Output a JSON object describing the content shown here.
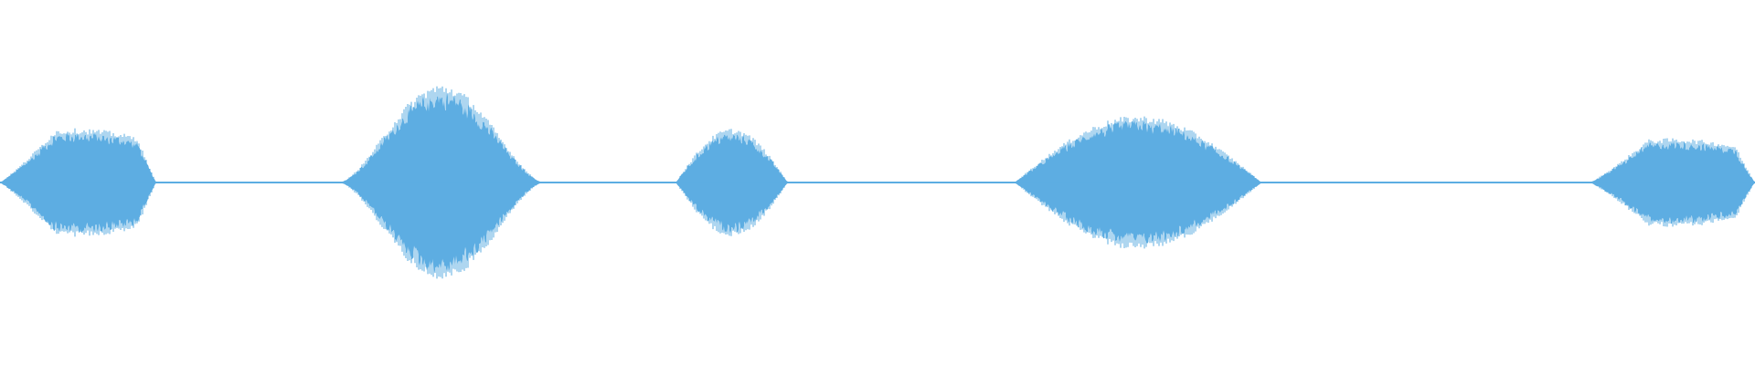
{
  "waveform": {
    "color": "#5dade2",
    "background": "#ffffff",
    "segments": [
      {
        "start": 0.0,
        "end": 0.089,
        "peak": 0.55,
        "shape": "plateau"
      },
      {
        "start": 0.193,
        "end": 0.31,
        "peak": 1.0,
        "shape": "spike"
      },
      {
        "start": 0.385,
        "end": 0.449,
        "peak": 0.55,
        "shape": "dome"
      },
      {
        "start": 0.578,
        "end": 0.719,
        "peak": 0.68,
        "shape": "dome"
      },
      {
        "start": 0.906,
        "end": 1.0,
        "peak": 0.45,
        "shape": "plateau"
      }
    ],
    "silence_level": 0.01
  }
}
